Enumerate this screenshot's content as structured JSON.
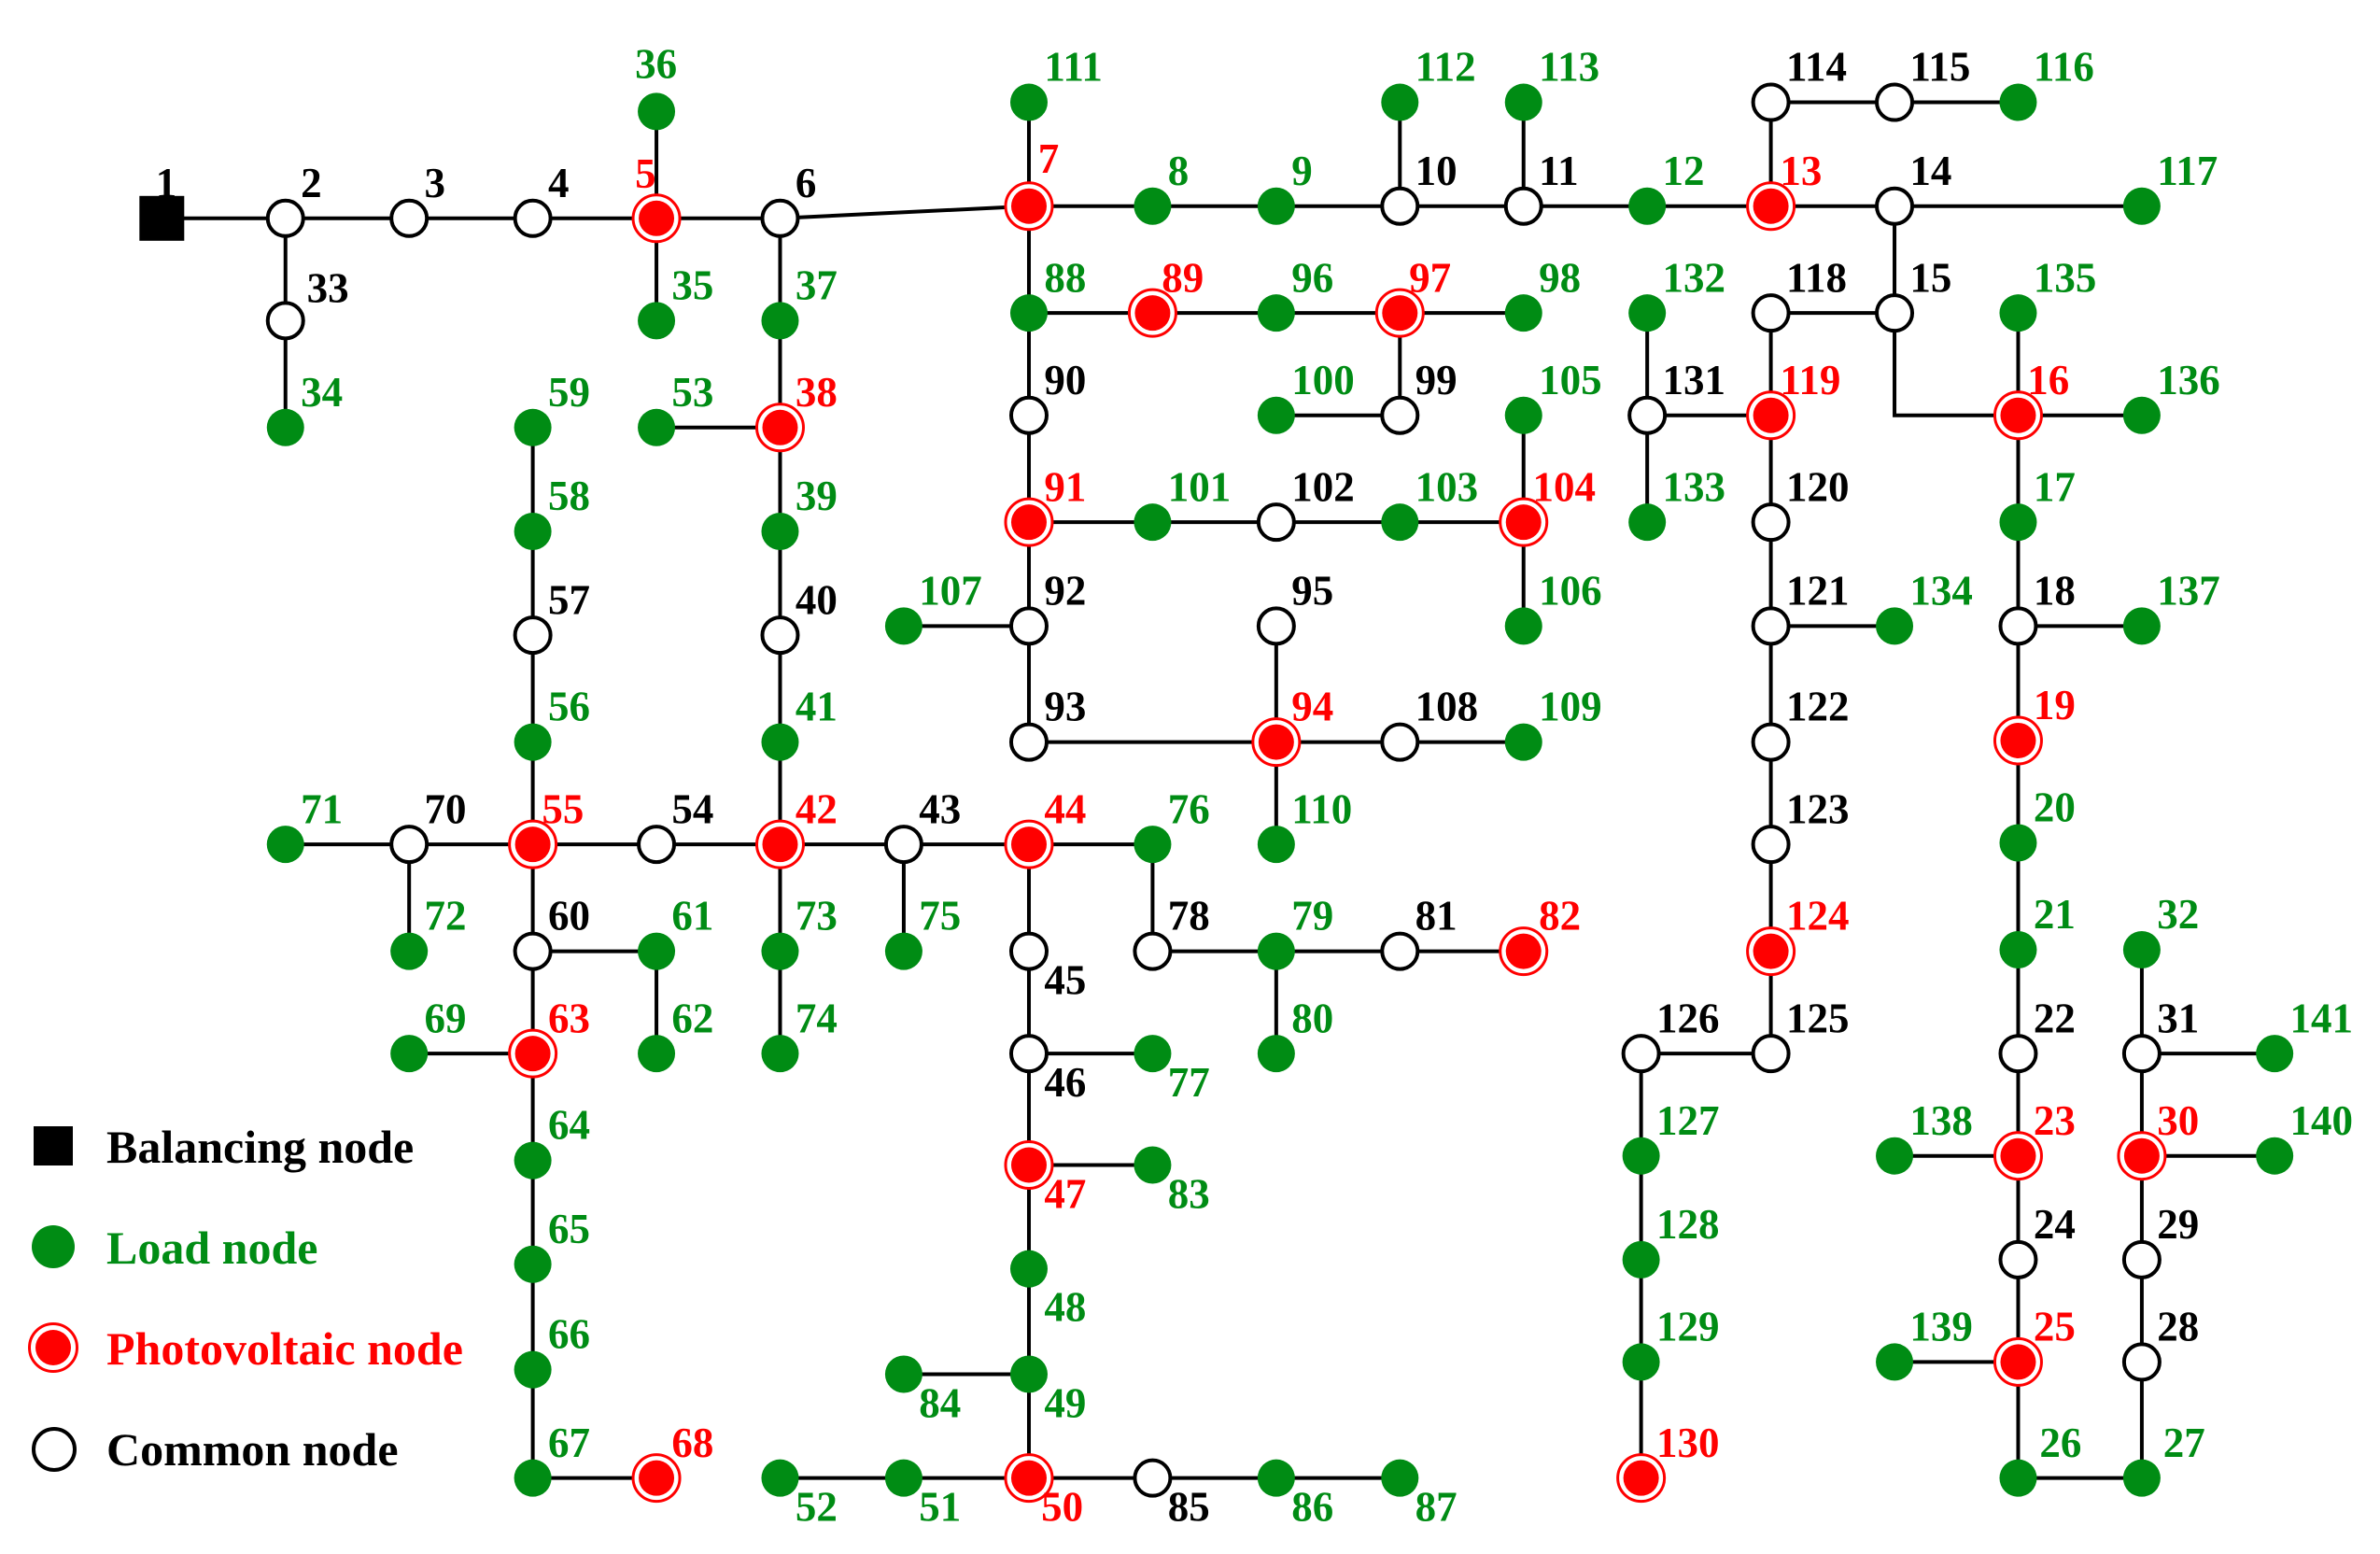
{
  "colors": {
    "load": "#008c14",
    "pv": "#ff0000",
    "common": "#000000",
    "line": "#000000"
  },
  "legend": {
    "balancing": "Balancing node",
    "load": "Load node",
    "pv": "Photovoltaic node",
    "common": "Common node"
  },
  "nodes": [
    {
      "id": "1",
      "type": "balancing"
    },
    {
      "id": "2",
      "type": "common"
    },
    {
      "id": "3",
      "type": "common"
    },
    {
      "id": "4",
      "type": "common"
    },
    {
      "id": "5",
      "type": "pv"
    },
    {
      "id": "6",
      "type": "common"
    },
    {
      "id": "7",
      "type": "pv"
    },
    {
      "id": "8",
      "type": "load"
    },
    {
      "id": "9",
      "type": "load"
    },
    {
      "id": "10",
      "type": "common"
    },
    {
      "id": "11",
      "type": "common"
    },
    {
      "id": "12",
      "type": "load"
    },
    {
      "id": "13",
      "type": "pv"
    },
    {
      "id": "14",
      "type": "common"
    },
    {
      "id": "15",
      "type": "common"
    },
    {
      "id": "16",
      "type": "pv"
    },
    {
      "id": "17",
      "type": "load"
    },
    {
      "id": "18",
      "type": "common"
    },
    {
      "id": "19",
      "type": "pv"
    },
    {
      "id": "20",
      "type": "load"
    },
    {
      "id": "21",
      "type": "load"
    },
    {
      "id": "22",
      "type": "common"
    },
    {
      "id": "23",
      "type": "pv"
    },
    {
      "id": "24",
      "type": "common"
    },
    {
      "id": "25",
      "type": "pv"
    },
    {
      "id": "26",
      "type": "load"
    },
    {
      "id": "27",
      "type": "load"
    },
    {
      "id": "28",
      "type": "common"
    },
    {
      "id": "29",
      "type": "common"
    },
    {
      "id": "30",
      "type": "pv"
    },
    {
      "id": "31",
      "type": "common"
    },
    {
      "id": "32",
      "type": "load"
    },
    {
      "id": "33",
      "type": "common"
    },
    {
      "id": "34",
      "type": "load"
    },
    {
      "id": "35",
      "type": "load"
    },
    {
      "id": "36",
      "type": "load"
    },
    {
      "id": "37",
      "type": "load"
    },
    {
      "id": "38",
      "type": "pv"
    },
    {
      "id": "39",
      "type": "load"
    },
    {
      "id": "40",
      "type": "common"
    },
    {
      "id": "41",
      "type": "load"
    },
    {
      "id": "42",
      "type": "pv"
    },
    {
      "id": "43",
      "type": "common"
    },
    {
      "id": "44",
      "type": "pv"
    },
    {
      "id": "45",
      "type": "common"
    },
    {
      "id": "46",
      "type": "common"
    },
    {
      "id": "47",
      "type": "pv"
    },
    {
      "id": "48",
      "type": "load"
    },
    {
      "id": "49",
      "type": "load"
    },
    {
      "id": "50",
      "type": "pv"
    },
    {
      "id": "51",
      "type": "load"
    },
    {
      "id": "52",
      "type": "load"
    },
    {
      "id": "53",
      "type": "load"
    },
    {
      "id": "54",
      "type": "common"
    },
    {
      "id": "55",
      "type": "pv"
    },
    {
      "id": "56",
      "type": "load"
    },
    {
      "id": "57",
      "type": "common"
    },
    {
      "id": "58",
      "type": "load"
    },
    {
      "id": "59",
      "type": "load"
    },
    {
      "id": "60",
      "type": "common"
    },
    {
      "id": "61",
      "type": "load"
    },
    {
      "id": "62",
      "type": "load"
    },
    {
      "id": "63",
      "type": "pv"
    },
    {
      "id": "64",
      "type": "load"
    },
    {
      "id": "65",
      "type": "load"
    },
    {
      "id": "66",
      "type": "load"
    },
    {
      "id": "67",
      "type": "load"
    },
    {
      "id": "68",
      "type": "pv"
    },
    {
      "id": "69",
      "type": "load"
    },
    {
      "id": "70",
      "type": "common"
    },
    {
      "id": "71",
      "type": "load"
    },
    {
      "id": "72",
      "type": "load"
    },
    {
      "id": "73",
      "type": "load"
    },
    {
      "id": "74",
      "type": "load"
    },
    {
      "id": "75",
      "type": "load"
    },
    {
      "id": "76",
      "type": "load"
    },
    {
      "id": "77",
      "type": "load"
    },
    {
      "id": "78",
      "type": "common"
    },
    {
      "id": "79",
      "type": "load"
    },
    {
      "id": "80",
      "type": "load"
    },
    {
      "id": "81",
      "type": "common"
    },
    {
      "id": "82",
      "type": "pv"
    },
    {
      "id": "83",
      "type": "load"
    },
    {
      "id": "84",
      "type": "load"
    },
    {
      "id": "85",
      "type": "common"
    },
    {
      "id": "86",
      "type": "load"
    },
    {
      "id": "87",
      "type": "load"
    },
    {
      "id": "88",
      "type": "load"
    },
    {
      "id": "89",
      "type": "pv"
    },
    {
      "id": "90",
      "type": "common"
    },
    {
      "id": "91",
      "type": "pv"
    },
    {
      "id": "92",
      "type": "common"
    },
    {
      "id": "93",
      "type": "common"
    },
    {
      "id": "94",
      "type": "pv"
    },
    {
      "id": "95",
      "type": "common"
    },
    {
      "id": "96",
      "type": "load"
    },
    {
      "id": "97",
      "type": "pv"
    },
    {
      "id": "98",
      "type": "load"
    },
    {
      "id": "99",
      "type": "common"
    },
    {
      "id": "100",
      "type": "load"
    },
    {
      "id": "101",
      "type": "load"
    },
    {
      "id": "102",
      "type": "common"
    },
    {
      "id": "103",
      "type": "load"
    },
    {
      "id": "104",
      "type": "pv"
    },
    {
      "id": "105",
      "type": "load"
    },
    {
      "id": "106",
      "type": "load"
    },
    {
      "id": "107",
      "type": "load"
    },
    {
      "id": "108",
      "type": "common"
    },
    {
      "id": "109",
      "type": "load"
    },
    {
      "id": "110",
      "type": "load"
    },
    {
      "id": "111",
      "type": "load"
    },
    {
      "id": "112",
      "type": "load"
    },
    {
      "id": "113",
      "type": "load"
    },
    {
      "id": "114",
      "type": "common"
    },
    {
      "id": "115",
      "type": "common"
    },
    {
      "id": "116",
      "type": "load"
    },
    {
      "id": "117",
      "type": "load"
    },
    {
      "id": "118",
      "type": "common"
    },
    {
      "id": "119",
      "type": "pv"
    },
    {
      "id": "120",
      "type": "common"
    },
    {
      "id": "121",
      "type": "common"
    },
    {
      "id": "122",
      "type": "common"
    },
    {
      "id": "123",
      "type": "common"
    },
    {
      "id": "124",
      "type": "pv"
    },
    {
      "id": "125",
      "type": "common"
    },
    {
      "id": "126",
      "type": "common"
    },
    {
      "id": "127",
      "type": "load"
    },
    {
      "id": "128",
      "type": "load"
    },
    {
      "id": "129",
      "type": "load"
    },
    {
      "id": "130",
      "type": "pv"
    },
    {
      "id": "131",
      "type": "common"
    },
    {
      "id": "132",
      "type": "load"
    },
    {
      "id": "133",
      "type": "load"
    },
    {
      "id": "134",
      "type": "load"
    },
    {
      "id": "135",
      "type": "load"
    },
    {
      "id": "136",
      "type": "load"
    },
    {
      "id": "137",
      "type": "load"
    },
    {
      "id": "138",
      "type": "load"
    },
    {
      "id": "139",
      "type": "load"
    },
    {
      "id": "140",
      "type": "load"
    },
    {
      "id": "141",
      "type": "load"
    }
  ],
  "edges": [
    [
      "1",
      "2"
    ],
    [
      "2",
      "3"
    ],
    [
      "3",
      "4"
    ],
    [
      "4",
      "5"
    ],
    [
      "5",
      "6"
    ],
    [
      "6",
      "7"
    ],
    [
      "7",
      "8"
    ],
    [
      "8",
      "9"
    ],
    [
      "9",
      "10"
    ],
    [
      "10",
      "11"
    ],
    [
      "11",
      "12"
    ],
    [
      "12",
      "13"
    ],
    [
      "13",
      "14"
    ],
    [
      "14",
      "117"
    ],
    [
      "2",
      "33"
    ],
    [
      "33",
      "34"
    ],
    [
      "5",
      "36"
    ],
    [
      "5",
      "35"
    ],
    [
      "6",
      "37"
    ],
    [
      "37",
      "38"
    ],
    [
      "38",
      "53"
    ],
    [
      "38",
      "39"
    ],
    [
      "39",
      "40"
    ],
    [
      "40",
      "41"
    ],
    [
      "41",
      "42"
    ],
    [
      "42",
      "54"
    ],
    [
      "54",
      "55"
    ],
    [
      "55",
      "70"
    ],
    [
      "70",
      "71"
    ],
    [
      "70",
      "72"
    ],
    [
      "55",
      "56"
    ],
    [
      "56",
      "57"
    ],
    [
      "57",
      "58"
    ],
    [
      "58",
      "59"
    ],
    [
      "55",
      "60"
    ],
    [
      "60",
      "61"
    ],
    [
      "61",
      "62"
    ],
    [
      "60",
      "63"
    ],
    [
      "63",
      "69"
    ],
    [
      "63",
      "64"
    ],
    [
      "64",
      "65"
    ],
    [
      "65",
      "66"
    ],
    [
      "66",
      "67"
    ],
    [
      "67",
      "68"
    ],
    [
      "42",
      "43"
    ],
    [
      "43",
      "44"
    ],
    [
      "42",
      "73"
    ],
    [
      "73",
      "74"
    ],
    [
      "43",
      "75"
    ],
    [
      "44",
      "76"
    ],
    [
      "76",
      "78"
    ],
    [
      "78",
      "79"
    ],
    [
      "79",
      "81"
    ],
    [
      "81",
      "82"
    ],
    [
      "79",
      "80"
    ],
    [
      "44",
      "45"
    ],
    [
      "45",
      "46"
    ],
    [
      "46",
      "77"
    ],
    [
      "46",
      "47"
    ],
    [
      "47",
      "83"
    ],
    [
      "47",
      "48"
    ],
    [
      "48",
      "49"
    ],
    [
      "49",
      "84"
    ],
    [
      "49",
      "50"
    ],
    [
      "50",
      "51"
    ],
    [
      "51",
      "52"
    ],
    [
      "50",
      "85"
    ],
    [
      "85",
      "86"
    ],
    [
      "86",
      "87"
    ],
    [
      "7",
      "111"
    ],
    [
      "7",
      "88"
    ],
    [
      "88",
      "89"
    ],
    [
      "89",
      "96"
    ],
    [
      "96",
      "97"
    ],
    [
      "97",
      "98"
    ],
    [
      "97",
      "99"
    ],
    [
      "99",
      "100"
    ],
    [
      "88",
      "90"
    ],
    [
      "90",
      "91"
    ],
    [
      "91",
      "101"
    ],
    [
      "101",
      "102"
    ],
    [
      "102",
      "103"
    ],
    [
      "103",
      "104"
    ],
    [
      "104",
      "105"
    ],
    [
      "104",
      "106"
    ],
    [
      "91",
      "92"
    ],
    [
      "92",
      "107"
    ],
    [
      "92",
      "93"
    ],
    [
      "93",
      "94"
    ],
    [
      "94",
      "95"
    ],
    [
      "94",
      "108"
    ],
    [
      "108",
      "109"
    ],
    [
      "94",
      "110"
    ],
    [
      "10",
      "112"
    ],
    [
      "11",
      "113"
    ],
    [
      "13",
      "114"
    ],
    [
      "114",
      "115"
    ],
    [
      "115",
      "116"
    ],
    [
      "14",
      "15"
    ],
    [
      "15",
      "118"
    ],
    [
      "118",
      "119"
    ],
    [
      "119",
      "131"
    ],
    [
      "131",
      "132"
    ],
    [
      "131",
      "133"
    ],
    [
      "119",
      "120"
    ],
    [
      "120",
      "121"
    ],
    [
      "121",
      "134"
    ],
    [
      "121",
      "122"
    ],
    [
      "122",
      "123"
    ],
    [
      "123",
      "124"
    ],
    [
      "124",
      "125"
    ],
    [
      "125",
      "126"
    ],
    [
      "126",
      "127"
    ],
    [
      "127",
      "128"
    ],
    [
      "128",
      "129"
    ],
    [
      "129",
      "130"
    ],
    [
      "15",
      "16"
    ],
    [
      "16",
      "135"
    ],
    [
      "16",
      "136"
    ],
    [
      "16",
      "17"
    ],
    [
      "17",
      "18"
    ],
    [
      "18",
      "137"
    ],
    [
      "18",
      "19"
    ],
    [
      "19",
      "20"
    ],
    [
      "20",
      "21"
    ],
    [
      "21",
      "22"
    ],
    [
      "22",
      "23"
    ],
    [
      "23",
      "138"
    ],
    [
      "23",
      "24"
    ],
    [
      "24",
      "25"
    ],
    [
      "25",
      "139"
    ],
    [
      "25",
      "26"
    ],
    [
      "26",
      "27"
    ],
    [
      "27",
      "28"
    ],
    [
      "28",
      "29"
    ],
    [
      "29",
      "30"
    ],
    [
      "30",
      "140"
    ],
    [
      "30",
      "31"
    ],
    [
      "31",
      "141"
    ],
    [
      "31",
      "32"
    ]
  ]
}
